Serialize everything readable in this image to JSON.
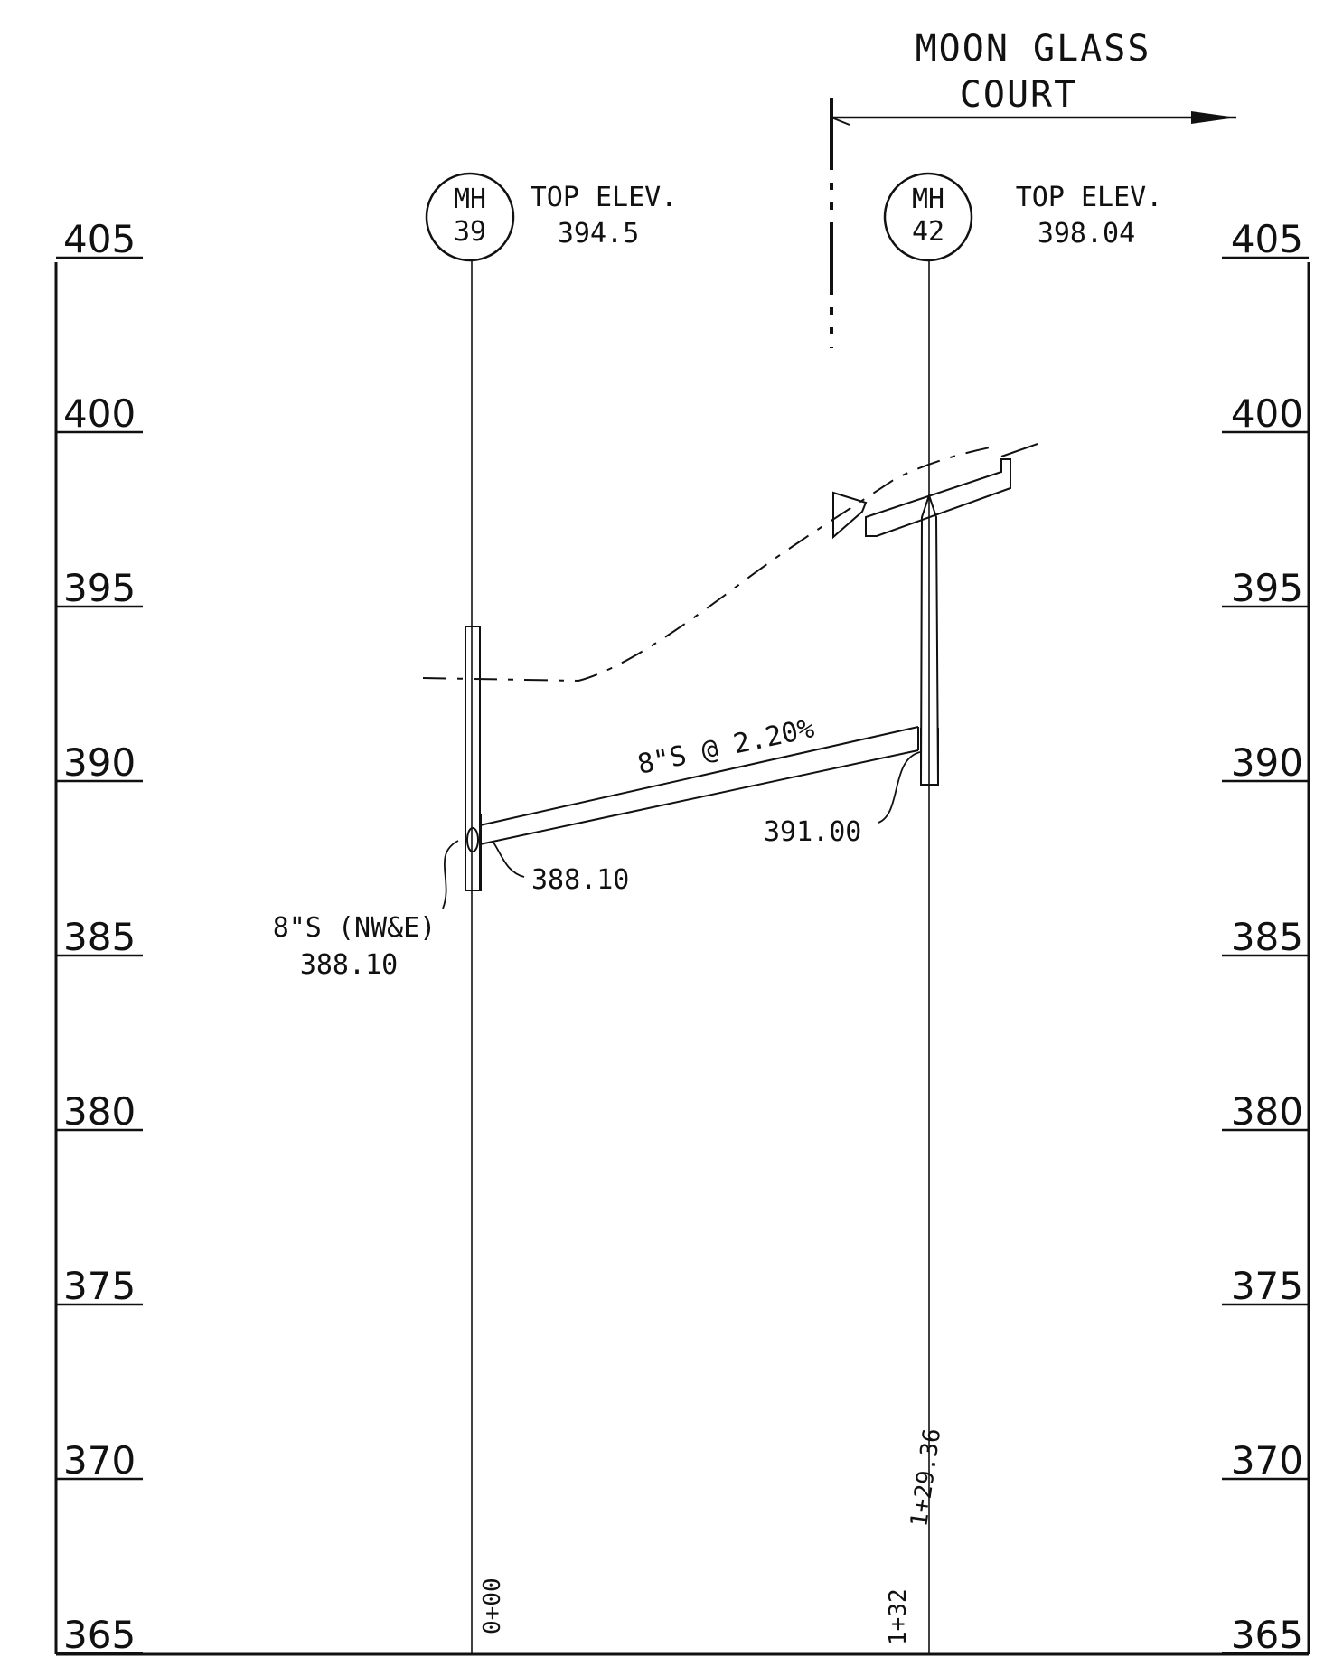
{
  "street": {
    "line1": "MOON GLASS",
    "line2": "COURT"
  },
  "elevation_scale": {
    "labels": [
      "405",
      "400",
      "395",
      "390",
      "385",
      "380",
      "375",
      "370",
      "365"
    ]
  },
  "manholes": [
    {
      "id_line1": "MH",
      "id_line2": "39",
      "top_elev_label": "TOP ELEV.",
      "top_elev_value": "394.5",
      "station": "0+00"
    },
    {
      "id_line1": "MH",
      "id_line2": "42",
      "top_elev_label": "TOP ELEV.",
      "top_elev_value": "398.04",
      "station": "1+32",
      "station_note": "1+29.36"
    }
  ],
  "pipe": {
    "label": "8\"S @ 2.20%",
    "invert_upstream": "388.10",
    "invert_downstream": "391.00"
  },
  "existing_pipe": {
    "label": "8\"S (NW&E)",
    "invert": "388.10"
  }
}
